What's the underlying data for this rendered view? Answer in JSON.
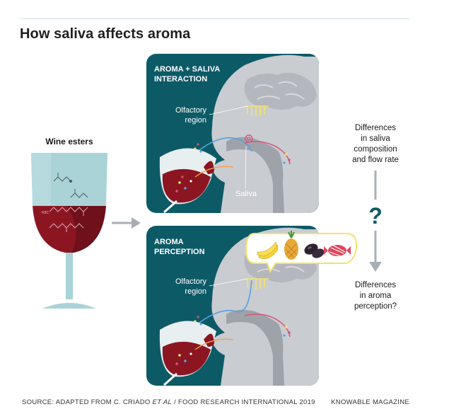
{
  "title": "How saliva affects aroma",
  "wine": {
    "label": "Wine esters",
    "molecule_label": "H3C"
  },
  "panel_top": {
    "heading_line1": "AROMA + SALIVA",
    "heading_line2": "INTERACTION",
    "olfactory_line1": "Olfactory",
    "olfactory_line2": "region",
    "saliva": "Saliva"
  },
  "panel_bottom": {
    "heading_line1": "AROMA",
    "heading_line2": "PERCEPTION",
    "olfactory_line1": "Olfactory",
    "olfactory_line2": "region"
  },
  "right": {
    "top_line1": "Differences",
    "top_line2": "in saliva",
    "top_line3": "composition",
    "top_line4": "and flow rate",
    "question": "?",
    "bottom_line1": "Differences",
    "bottom_line2": "in aroma",
    "bottom_line3": "perception?"
  },
  "footer": {
    "source_prefix": "SOURCE: ADAPTED FROM C. CRIADO ",
    "source_italic": "ET AL",
    "source_suffix": " / FOOD RESEARCH INTERNATIONAL 2019",
    "credit": "KNOWABLE MAGAZINE"
  },
  "colors": {
    "panel": "#0d5a67",
    "head": "#c9ccd1",
    "head_dark": "#9ea3aa",
    "glass": "#a9d3d7",
    "wine": "#8b1622",
    "wine_dark": "#5a0d16",
    "arrow": "#a9aeb6",
    "olfactory": "#f3e46b",
    "nasal_path": "#5aa0e0",
    "saliva_path": "#d7567a",
    "bubble": "#f5e26a"
  },
  "icons": [
    "banana-icon",
    "pineapple-icon",
    "prune-icon",
    "candy-icon"
  ]
}
